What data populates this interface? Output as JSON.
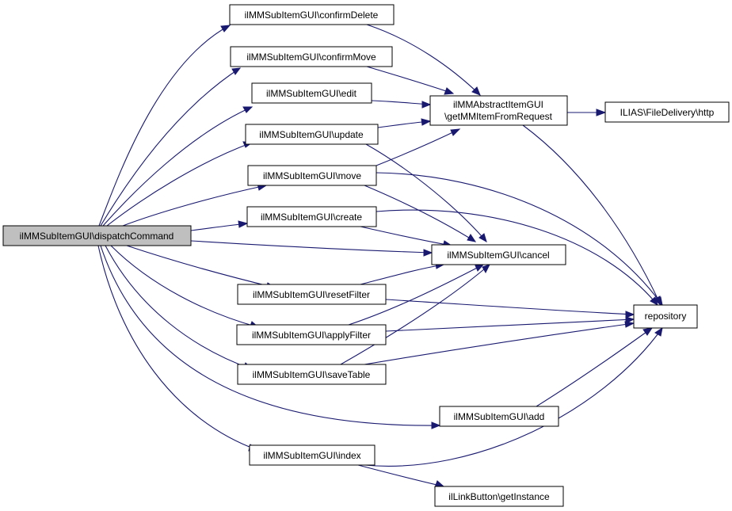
{
  "nodes": {
    "dispatch": "ilMMSubItemGUI\\dispatchCommand",
    "confirmDelete": "ilMMSubItemGUI\\confirmDelete",
    "confirmMove": "ilMMSubItemGUI\\confirmMove",
    "edit": "ilMMSubItemGUI\\edit",
    "update": "ilMMSubItemGUI\\update",
    "move": "ilMMSubItemGUI\\move",
    "create": "ilMMSubItemGUI\\create",
    "resetFilter": "ilMMSubItemGUI\\resetFilter",
    "applyFilter": "ilMMSubItemGUI\\applyFilter",
    "saveTable": "ilMMSubItemGUI\\saveTable",
    "index": "ilMMSubItemGUI\\index",
    "getMMItem_line1": "ilMMAbstractItemGUI",
    "getMMItem_line2": "\\getMMItemFromRequest",
    "http": "ILIAS\\FileDelivery\\http",
    "cancel": "ilMMSubItemGUI\\cancel",
    "repository": "repository",
    "add": "ilMMSubItemGUI\\add",
    "getInstance": "ilLinkButton\\getInstance"
  },
  "edges": [
    [
      "dispatch",
      "confirmDelete"
    ],
    [
      "dispatch",
      "confirmMove"
    ],
    [
      "dispatch",
      "edit"
    ],
    [
      "dispatch",
      "update"
    ],
    [
      "dispatch",
      "move"
    ],
    [
      "dispatch",
      "create"
    ],
    [
      "dispatch",
      "cancel"
    ],
    [
      "dispatch",
      "resetFilter"
    ],
    [
      "dispatch",
      "applyFilter"
    ],
    [
      "dispatch",
      "saveTable"
    ],
    [
      "dispatch",
      "add"
    ],
    [
      "dispatch",
      "index"
    ],
    [
      "confirmDelete",
      "getMMItem"
    ],
    [
      "confirmMove",
      "getMMItem"
    ],
    [
      "edit",
      "getMMItem"
    ],
    [
      "update",
      "getMMItem"
    ],
    [
      "move",
      "getMMItem"
    ],
    [
      "update",
      "cancel"
    ],
    [
      "move",
      "cancel"
    ],
    [
      "move",
      "repository"
    ],
    [
      "create",
      "cancel"
    ],
    [
      "create",
      "repository"
    ],
    [
      "resetFilter",
      "cancel"
    ],
    [
      "resetFilter",
      "repository"
    ],
    [
      "applyFilter",
      "cancel"
    ],
    [
      "applyFilter",
      "repository"
    ],
    [
      "saveTable",
      "cancel"
    ],
    [
      "saveTable",
      "repository"
    ],
    [
      "getMMItem",
      "http"
    ],
    [
      "getMMItem",
      "repository"
    ],
    [
      "add",
      "repository"
    ],
    [
      "index",
      "repository"
    ],
    [
      "index",
      "getInstance"
    ]
  ]
}
